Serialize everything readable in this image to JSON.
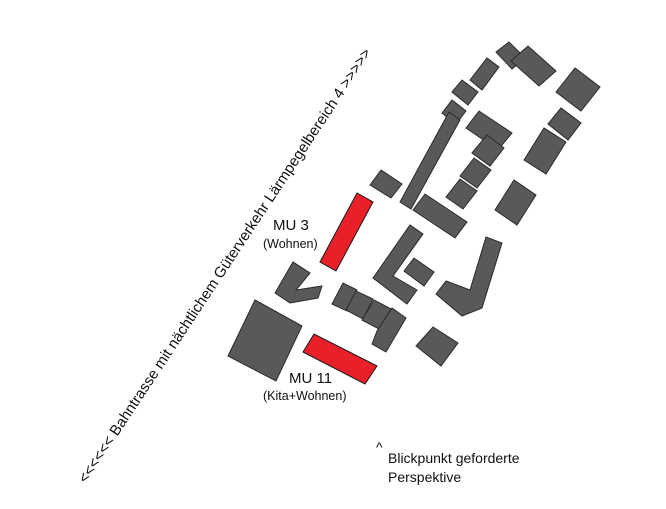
{
  "rail_label": "<<<<<< Bahntrasse mit nächtlichem Güterverkehr Lärmpegelbereich 4 >>>>>",
  "zones": [
    {
      "name": "MU 3",
      "use": "(Wohnen)",
      "color": "#e8202a"
    },
    {
      "name": "MU 11",
      "use": "(Kita+Wohnen)",
      "color": "#e8202a"
    }
  ],
  "viewpoint": {
    "marker": "^",
    "line1": "Blickpunkt geforderte",
    "line2": "Perspektive"
  },
  "colors": {
    "building": "#595959",
    "highlight": "#e8202a"
  }
}
